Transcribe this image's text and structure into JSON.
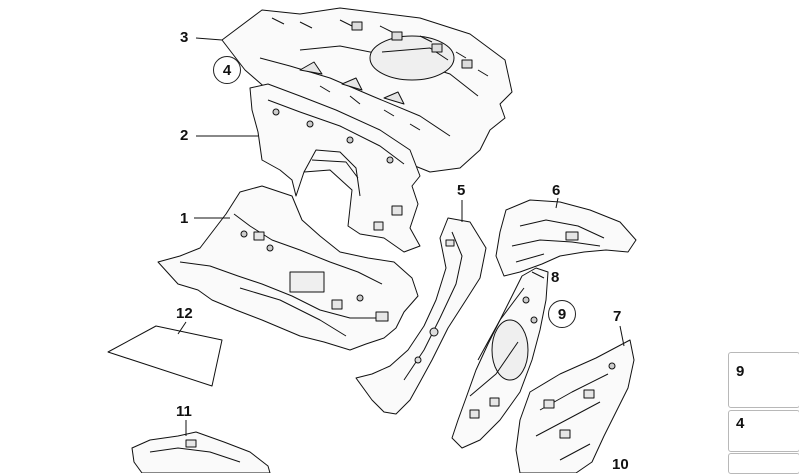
{
  "callouts": {
    "c1": "1",
    "c2": "2",
    "c3": "3",
    "c4": "4",
    "c5": "5",
    "c6": "6",
    "c7": "7",
    "c8": "8",
    "c9": "9",
    "c10": "10",
    "c11": "11",
    "c12": "12"
  },
  "legend": {
    "screw_label": "9",
    "nut_label": "4"
  }
}
